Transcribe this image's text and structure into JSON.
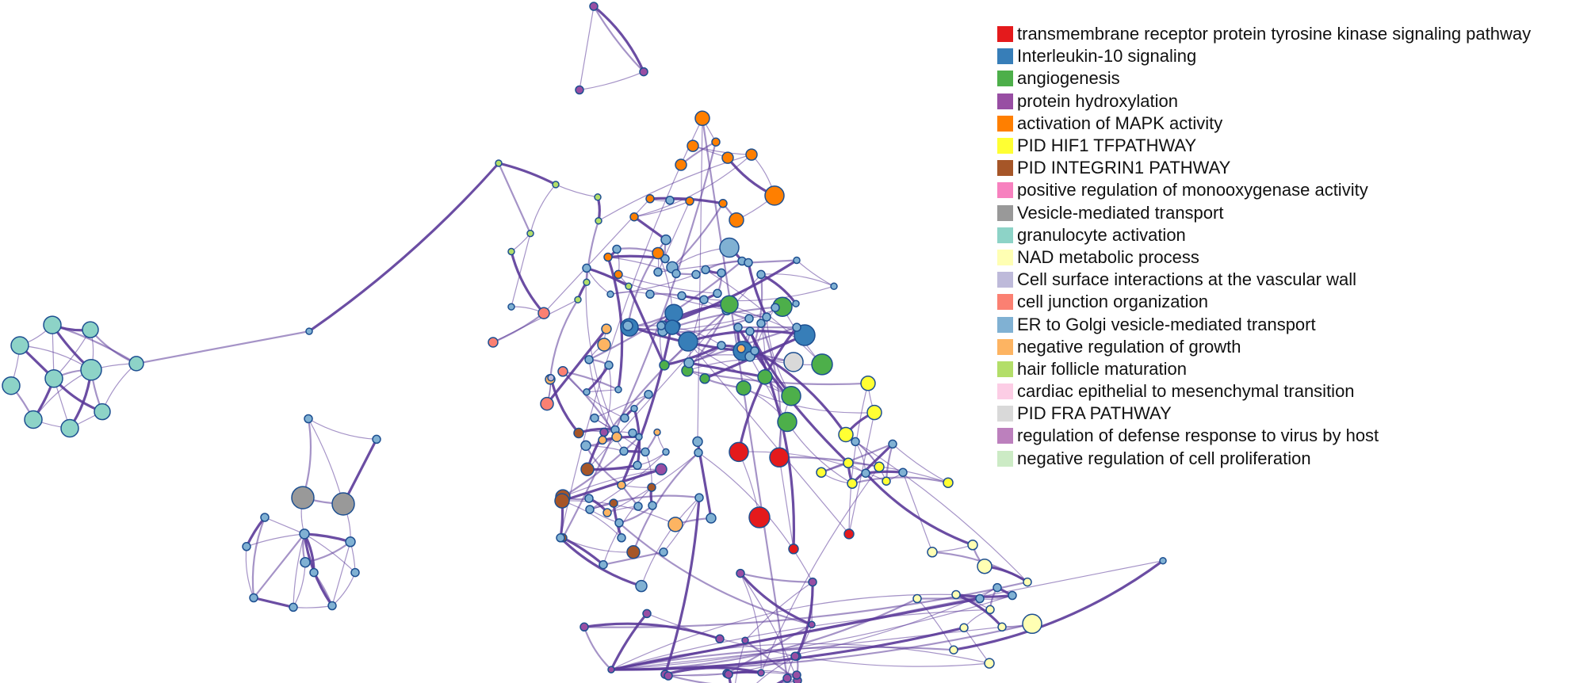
{
  "legend": {
    "items": [
      {
        "label": "transmembrane receptor protein tyrosine kinase signaling pathway",
        "color": "#e41a1c"
      },
      {
        "label": "Interleukin-10 signaling",
        "color": "#377eb8"
      },
      {
        "label": "angiogenesis",
        "color": "#4daf4a"
      },
      {
        "label": "protein hydroxylation",
        "color": "#984ea3"
      },
      {
        "label": "activation of MAPK activity",
        "color": "#ff7f00"
      },
      {
        "label": "PID HIF1 TFPATHWAY",
        "color": "#ffff33"
      },
      {
        "label": "PID INTEGRIN1 PATHWAY",
        "color": "#a65628"
      },
      {
        "label": "positive regulation of monooxygenase activity",
        "color": "#f781bf"
      },
      {
        "label": "Vesicle-mediated transport",
        "color": "#999999"
      },
      {
        "label": "granulocyte activation",
        "color": "#8dd3c7"
      },
      {
        "label": "NAD metabolic process",
        "color": "#ffffb3"
      },
      {
        "label": "Cell surface interactions at the vascular wall",
        "color": "#bebada"
      },
      {
        "label": "cell junction organization",
        "color": "#fb8072"
      },
      {
        "label": "ER to Golgi vesicle-mediated transport",
        "color": "#80b1d3"
      },
      {
        "label": "negative regulation of growth",
        "color": "#fdb462"
      },
      {
        "label": "hair follicle maturation",
        "color": "#b3de69"
      },
      {
        "label": "cardiac epithelial to mesenchymal transition",
        "color": "#fccde5"
      },
      {
        "label": "PID FRA PATHWAY",
        "color": "#d9d9d9"
      },
      {
        "label": "regulation of defense response to virus by host",
        "color": "#bc80bd"
      },
      {
        "label": "negative regulation of cell proliferation",
        "color": "#ccebc5"
      }
    ]
  },
  "style": {
    "edge_color": "#5b3a99",
    "node_border": "#1d4f91"
  }
}
